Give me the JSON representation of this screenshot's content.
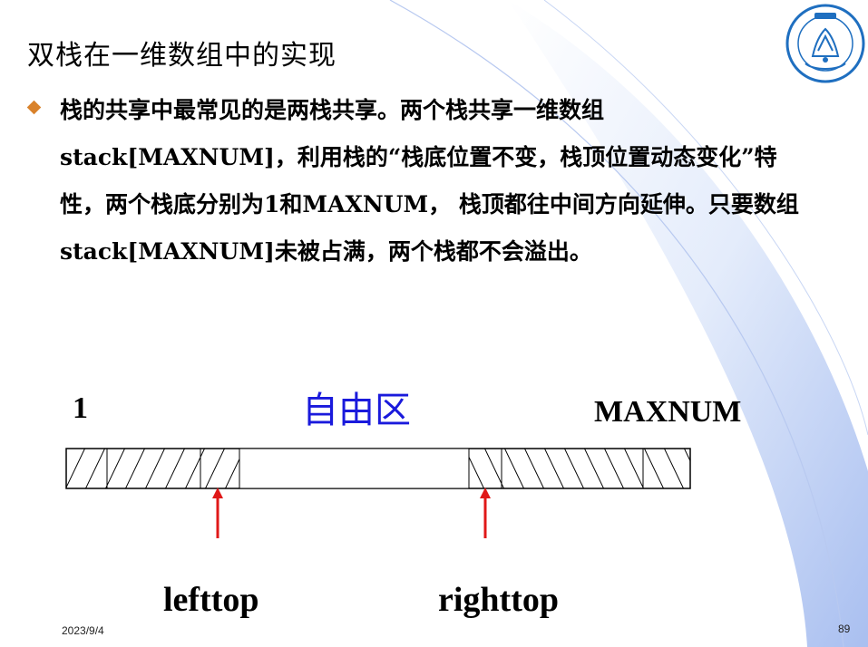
{
  "slide": {
    "title": "双栈在一维数组中的实现",
    "paragraph": "栈的共享中最常见的是两栈共享。两个栈共享一维数组stack[MAXNUM]，利用栈的“栈底位置不变，栈顶位置动态变化”特性，两个栈底分别为1和MAXNUM， 栈顶都往中间方向延伸。只要数组stack[MAXNUM]未被占满，两个栈都不会溢出。",
    "bullet_icon": "diamond-bullet-icon",
    "logo_icon": "university-seal-icon"
  },
  "diagram": {
    "start_label": "1",
    "free_label": "自由区",
    "end_label": "MAXNUM",
    "left_pointer_label": "lefttop",
    "right_pointer_label": "righttop",
    "arrow_color": "#e01818",
    "free_text_color": "#1a1adc"
  },
  "footer": {
    "date": "2023/9/4",
    "page": "89"
  }
}
